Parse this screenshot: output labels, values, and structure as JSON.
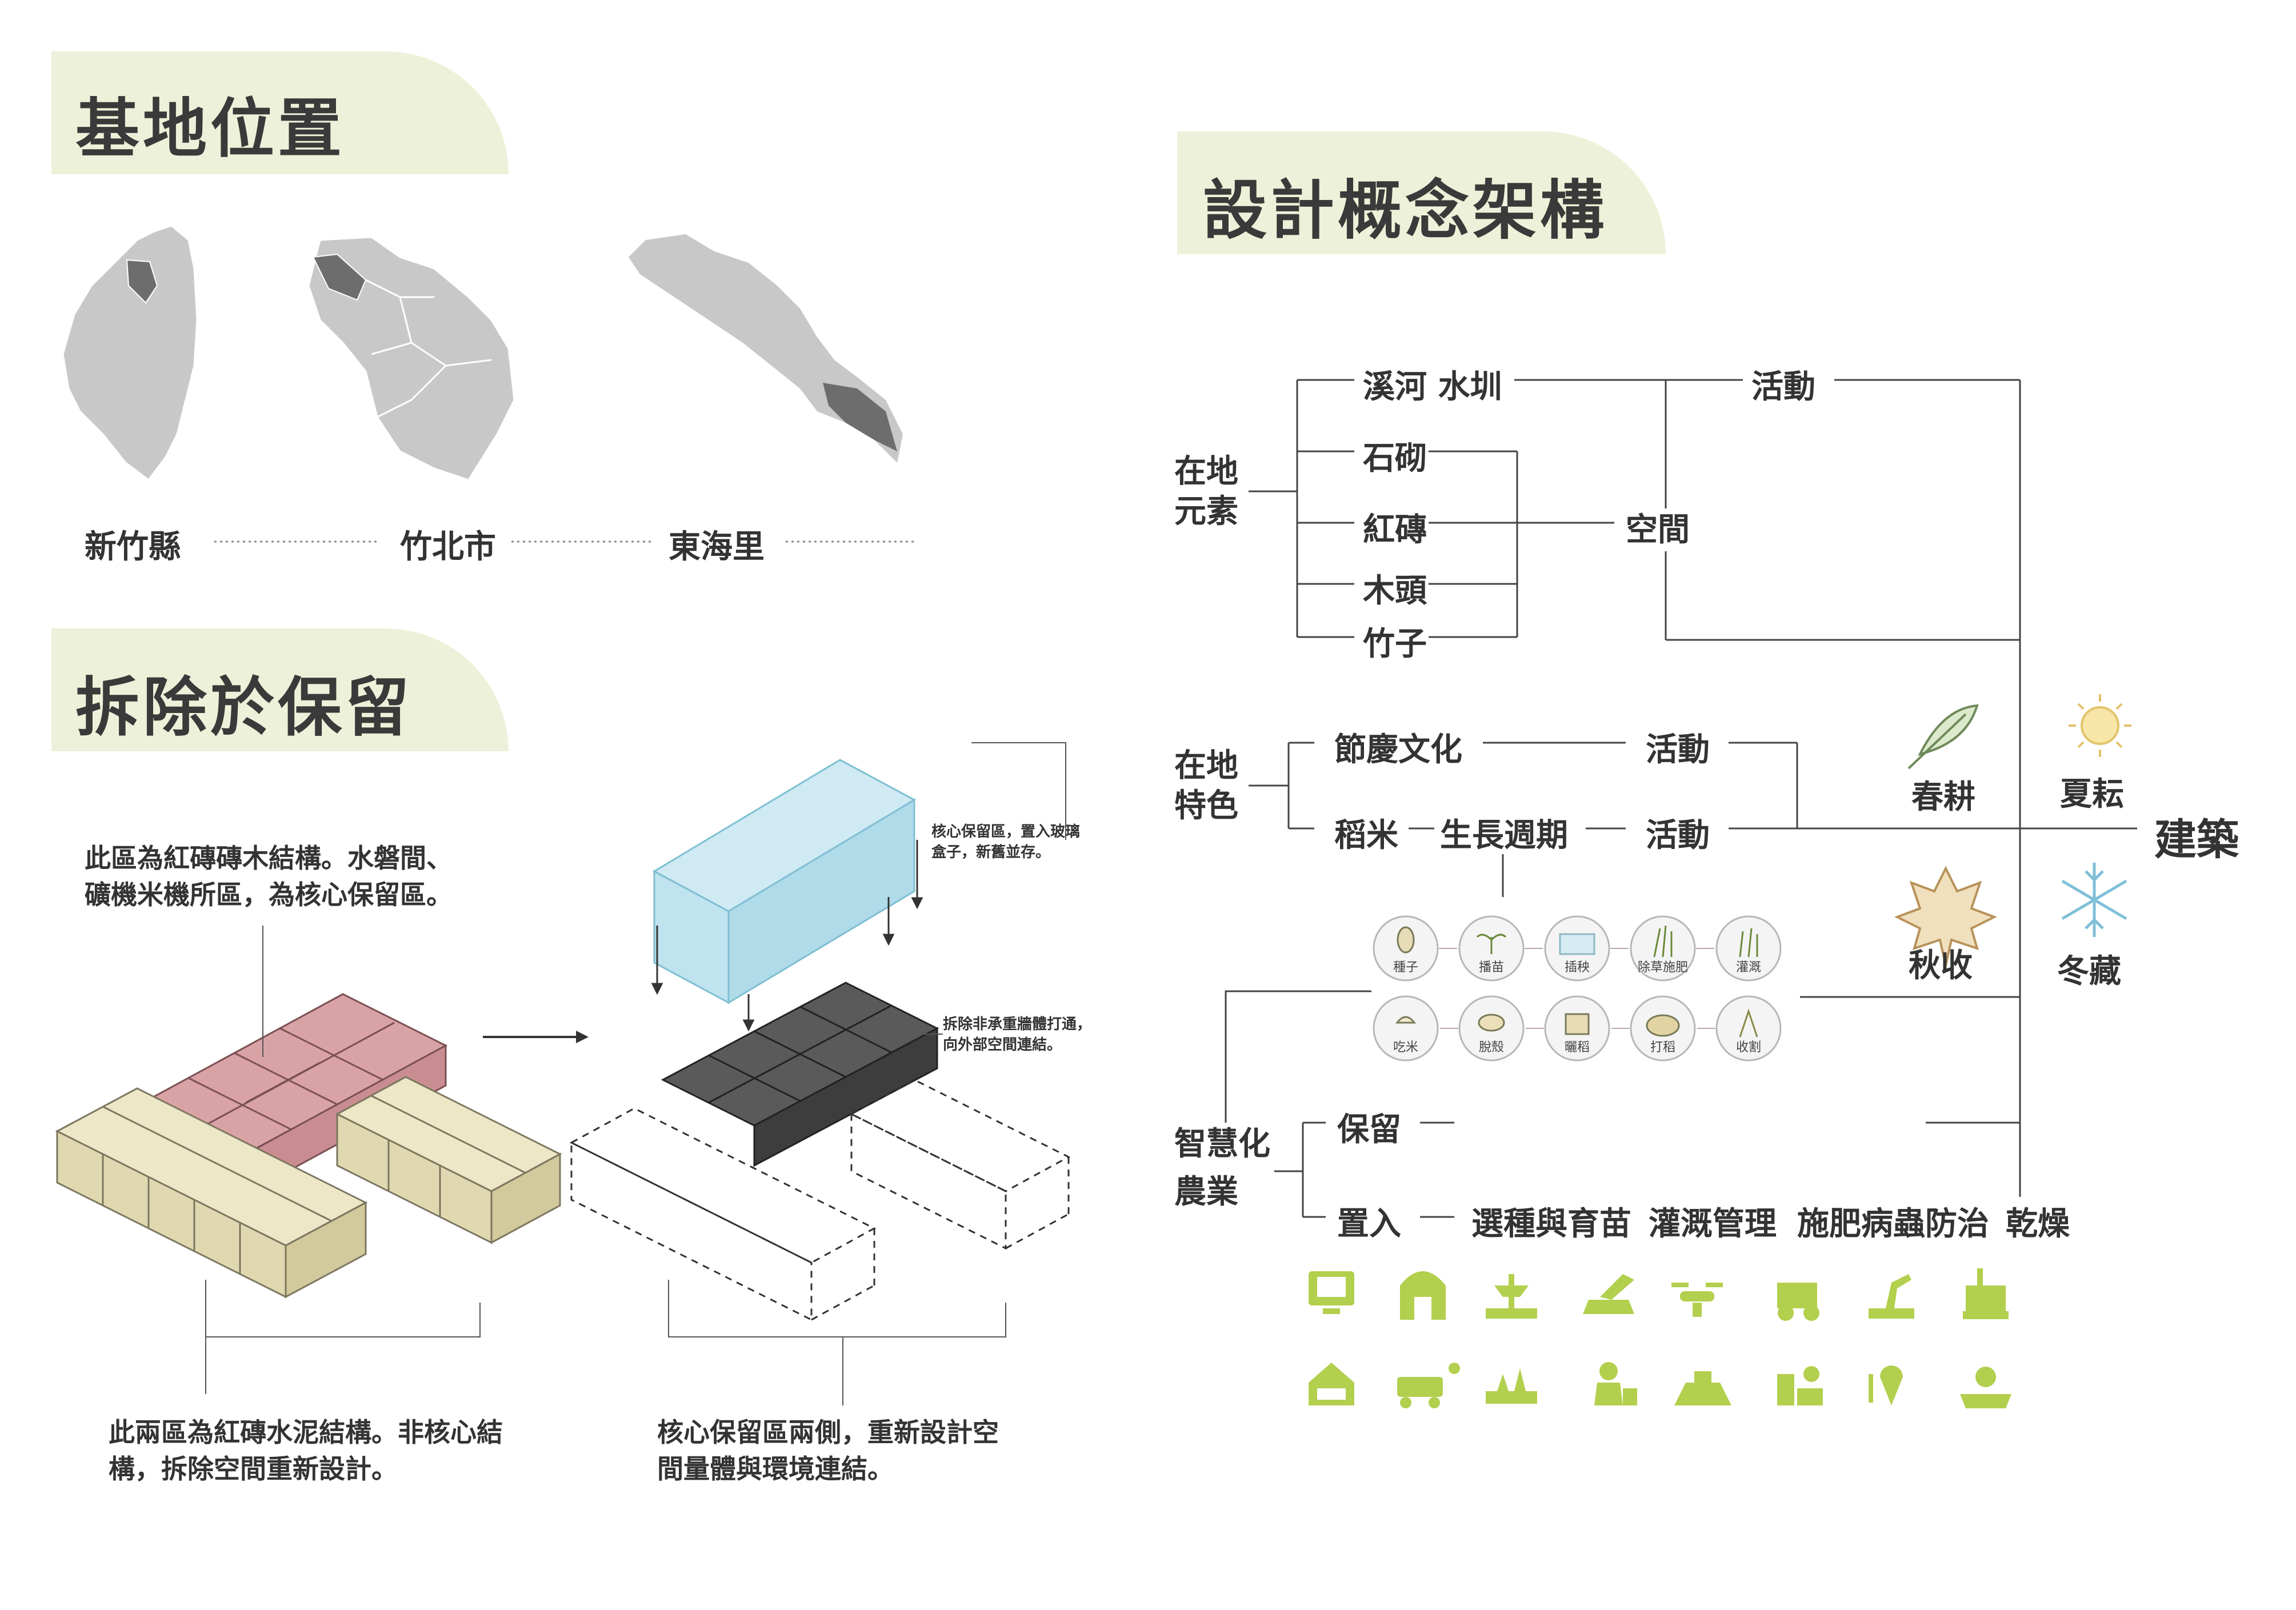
{
  "site": {
    "title": "基地位置",
    "levels": [
      "新竹縣",
      "竹北市",
      "東海里"
    ]
  },
  "demolish": {
    "title": "拆除於保留",
    "note_top": "此區為紅磚磚木結構。水磐間、礦機米機所區，為核心保留區。",
    "note_core": "核心保留區，置入玻璃盒子，新舊並存。",
    "note_open": "拆除非承重牆體打通，向外部空間連結。",
    "note_bottom_left": "此兩區為紅磚水泥結構。非核心結構，拆除空間重新設計。",
    "note_bottom_right": "核心保留區兩側，重新設計空間量體與環境連結。"
  },
  "concept": {
    "title": "設計概念架構",
    "local_elements": "在地元素",
    "local_features": "在地特色",
    "smart_agri": "智慧化農業",
    "stream": "溪河  水圳",
    "materials": [
      "石砌",
      "紅磚",
      "木頭",
      "竹子"
    ],
    "activity": "活動",
    "space": "空間",
    "festival": "節慶文化",
    "rice": "稻米",
    "growth": "生長週期",
    "preserve": "保留",
    "insert": "置入",
    "insert_items": [
      "選種與育苗",
      "灌溉管理",
      "施肥病蟲防治",
      "乾燥"
    ],
    "seasons": [
      "春耕",
      "夏耘",
      "秋收",
      "冬藏"
    ],
    "architecture": "建築",
    "stages_top": [
      "種子",
      "播苗",
      "插秧",
      "除草施肥",
      "灌溉"
    ],
    "stages_bottom": [
      "收割",
      "打稻",
      "曬稻",
      "脫殼",
      "吃米"
    ]
  },
  "colors": {
    "title_bg": "#eef1d9",
    "icon_green": "#b3cf4e",
    "map_gray": "#c8c8c8",
    "map_dark": "#6d6d6d",
    "red_zone": "#d9a3a6",
    "cream_zone": "#ede7c8",
    "glass": "#bfe3ef"
  },
  "icons": [
    "monitor-icon",
    "barn-icon",
    "irrigation-icon",
    "solar-field-icon",
    "drone-icon",
    "tractor-icon",
    "robot-arm-icon",
    "harvester-icon",
    "greenhouse-icon",
    "rover-icon",
    "sprout-tray-icon",
    "farmer-icon",
    "sensor-icon",
    "plant-robot-icon",
    "location-plant-icon",
    "hand-plant-icon"
  ]
}
